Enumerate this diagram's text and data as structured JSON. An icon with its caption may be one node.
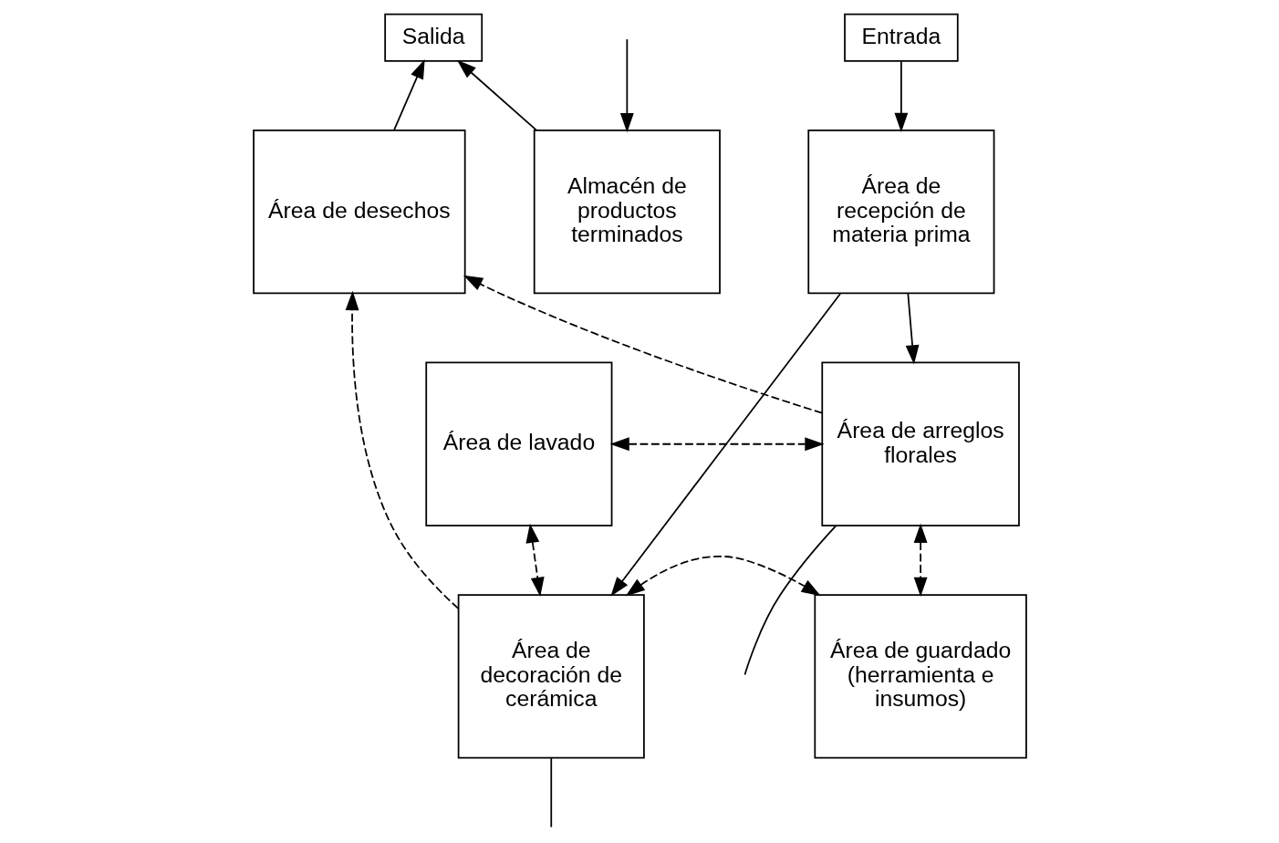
{
  "diagram": {
    "nodes": [
      {
        "text": [
          "Entrada"
        ]
      },
      {
        "text": [
          "Salida"
        ]
      },
      {
        "text": [
          "Área de recepción de materia prima"
        ]
      },
      {
        "text": [
          "Área de desechos"
        ]
      },
      {
        "text": [
          "Almacén de productos terminados"
        ]
      },
      {
        "text": [
          "Área de decoración de cerámica"
        ]
      },
      {
        "text": [
          "Área de guardado (herramienta e insumos)"
        ]
      },
      {
        "text": [
          "Área de lavado"
        ]
      },
      {
        "text": [
          "Área de arreglos florales"
        ]
      }
    ],
    "edges": [
      {
        "from": 0,
        "to": 2,
        "arrow": "to"
      },
      {
        "from": 3,
        "to": 1,
        "arrow": "to"
      },
      {
        "from": 4,
        "to": 1,
        "arrow": "to"
      },
      {
        "from": 2,
        "to": 5,
        "arrow": "to"
      },
      {
        "from": 2,
        "to": 8,
        "arrow": "to"
      },
      {
        "from": 5,
        "to": 3,
        "arrow": "to",
        "style": "dashed"
      },
      {
        "from": 8,
        "to": 3,
        "arrow": "to",
        "style": "dashed"
      },
      {
        "from": 5,
        "to": 6,
        "arrow": "both",
        "style": "dashed"
      },
      {
        "from": 7,
        "to": 5,
        "arrow": "both",
        "style": "dashed"
      },
      {
        "from": 7,
        "to": 8,
        "arrow": "both",
        "style": "dashed"
      },
      {
        "from": 8,
        "to": 6,
        "arrow": "both",
        "style": "dashed"
      },
      {
        "from": 5,
        "to": null,
        "arrow": "none"
      },
      {
        "from": 8,
        "to": null,
        "arrow": "none"
      },
      {
        "from": null,
        "to": 4,
        "arrow": "to"
      }
    ]
  }
}
